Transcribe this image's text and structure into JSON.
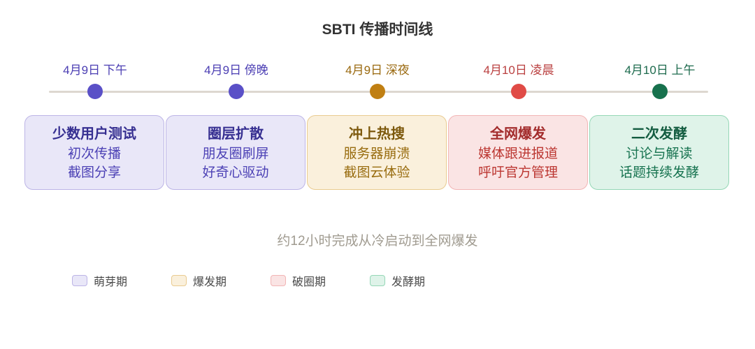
{
  "title": "SBTI 传播时间线",
  "summary": "约12小时完成从冷启动到全网爆发",
  "stages": [
    {
      "date": "4月9日 下午",
      "title": "少数用户测试",
      "lines": [
        "初次传播",
        "截图分享"
      ],
      "theme": "purple"
    },
    {
      "date": "4月9日 傍晚",
      "title": "圈层扩散",
      "lines": [
        "朋友圈刷屏",
        "好奇心驱动"
      ],
      "theme": "purple"
    },
    {
      "date": "4月9日 深夜",
      "title": "冲上热搜",
      "lines": [
        "服务器崩溃",
        "截图云体验"
      ],
      "theme": "amber"
    },
    {
      "date": "4月10日 凌晨",
      "title": "全网爆发",
      "lines": [
        "媒体跟进报道",
        "呼吁官方管理"
      ],
      "theme": "red"
    },
    {
      "date": "4月10日 上午",
      "title": "二次发酵",
      "lines": [
        "讨论与解读",
        "话题持续发酵"
      ],
      "theme": "green"
    }
  ],
  "legend": [
    {
      "label": "萌芽期",
      "theme": "purple"
    },
    {
      "label": "爆发期",
      "theme": "amber"
    },
    {
      "label": "破圈期",
      "theme": "red"
    },
    {
      "label": "发酵期",
      "theme": "green"
    }
  ],
  "colors": {
    "purple": {
      "date": "#4b3eb3",
      "dot": "#5a50c7",
      "bg": "#e9e7f8",
      "border": "#bcb4e6",
      "title": "#362f91",
      "body": "#4c41b5"
    },
    "amber": {
      "date": "#9a690f",
      "dot": "#c07f12",
      "bg": "#faf0dc",
      "border": "#e9cb90",
      "title": "#7d590d",
      "body": "#996d10"
    },
    "red": {
      "date": "#ba4040",
      "dot": "#e04b46",
      "bg": "#fae4e4",
      "border": "#f2b5b5",
      "title": "#a32c2c",
      "body": "#bc3732"
    },
    "green": {
      "date": "#1e6b4e",
      "dot": "#17714d",
      "bg": "#dff3e9",
      "border": "#95d7b6",
      "title": "#135c40",
      "body": "#177350"
    }
  },
  "track_color": "#ddd8d0"
}
